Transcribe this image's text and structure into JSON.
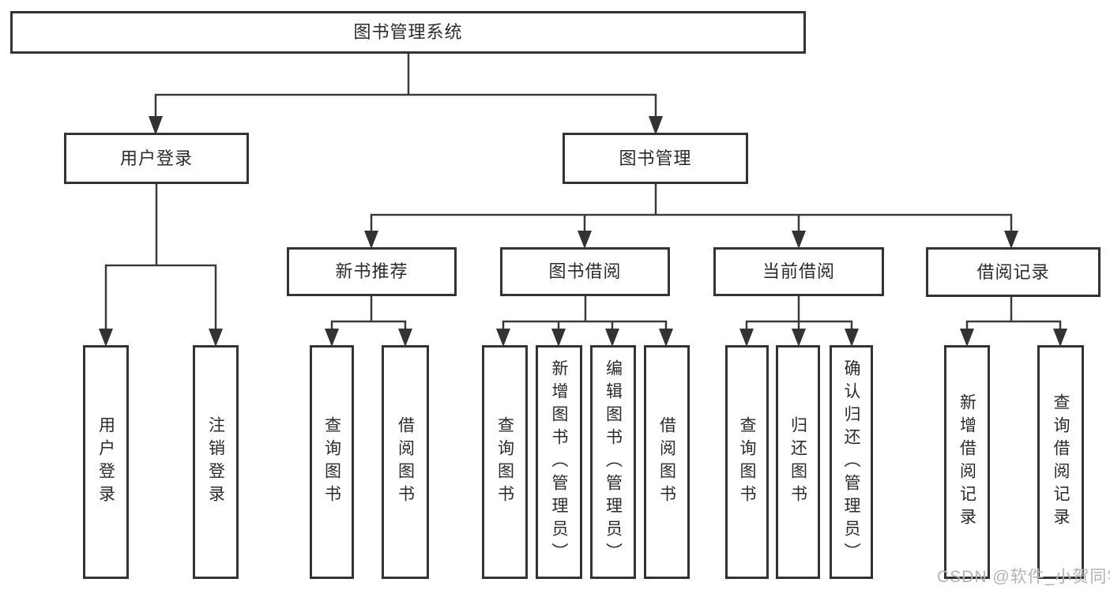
{
  "tree": {
    "root": {
      "label": "图书管理系统",
      "children": [
        {
          "label": "用户登录",
          "children": [
            {
              "label": "用户登录"
            },
            {
              "label": "注销登录"
            }
          ]
        },
        {
          "label": "图书管理",
          "children": [
            {
              "label": "新书推荐",
              "children": [
                {
                  "label": "查询图书"
                },
                {
                  "label": "借阅图书"
                }
              ]
            },
            {
              "label": "图书借阅",
              "children": [
                {
                  "label": "查询图书"
                },
                {
                  "label": "新增图书（管理员）"
                },
                {
                  "label": "编辑图书（管理员）"
                },
                {
                  "label": "借阅图书"
                }
              ]
            },
            {
              "label": "当前借阅",
              "children": [
                {
                  "label": "查询图书"
                },
                {
                  "label": "归还图书"
                },
                {
                  "label": "确认归还（管理员）"
                }
              ]
            },
            {
              "label": "借阅记录",
              "children": [
                {
                  "label": "新增借阅记录"
                },
                {
                  "label": "查询借阅记录"
                }
              ]
            }
          ]
        }
      ]
    }
  },
  "watermark": "CSDN @软件_小贺同学",
  "colors": {
    "line": "#3a3a3a",
    "border": "#333333",
    "text": "#2b2b2b",
    "watermark": "#b3b3b3"
  }
}
